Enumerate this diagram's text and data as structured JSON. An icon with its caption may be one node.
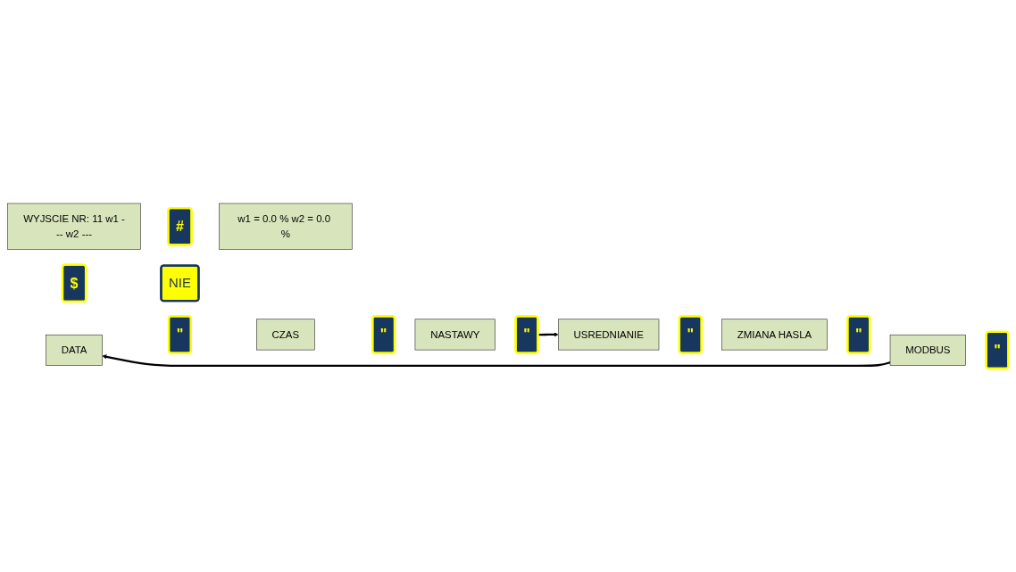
{
  "diagram": {
    "nodes": [
      {
        "text": [
          "WYJSCIE NR: 11 w1 --- w2 ---"
        ]
      },
      {
        "text": [
          "#"
        ]
      },
      {
        "text": [
          "$"
        ]
      },
      {
        "text": [
          "w1 = 0.0 % w2 = 0.0 %"
        ]
      },
      {
        "text": [
          "NIE"
        ]
      },
      {
        "text": [
          "DATA"
        ]
      },
      {
        "text": [
          "\""
        ]
      },
      {
        "text": [
          "CZAS"
        ]
      },
      {
        "text": [
          "\""
        ]
      },
      {
        "text": [
          "NASTAWY"
        ]
      },
      {
        "text": [
          "\""
        ]
      },
      {
        "text": [
          "USREDNIANIE"
        ]
      },
      {
        "text": [
          "\""
        ]
      },
      {
        "text": [
          "ZMIANA HASLA"
        ]
      },
      {
        "text": [
          "\""
        ]
      },
      {
        "text": [
          "MODBUS"
        ]
      },
      {
        "text": [
          "\""
        ]
      }
    ],
    "edges": [
      {
        "from": 10,
        "to": 11,
        "arrow": "to"
      },
      {
        "from": 15,
        "to": 5,
        "arrow": "to"
      }
    ]
  }
}
